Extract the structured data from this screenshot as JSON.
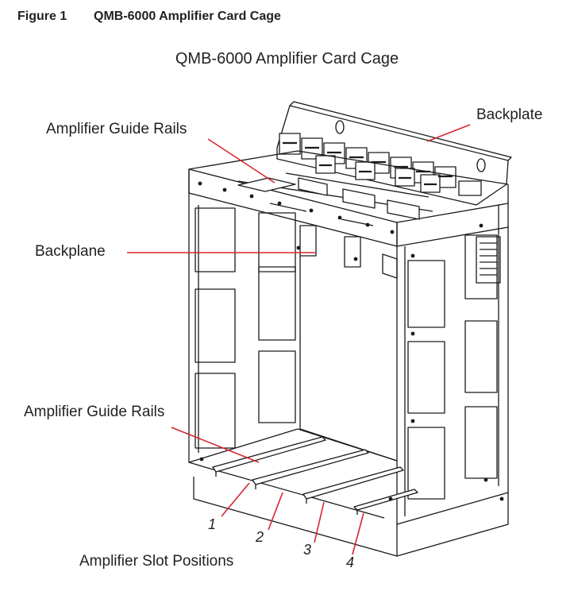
{
  "figure": {
    "number": "Figure 1",
    "caption": "QMB-6000 Amplifier Card Cage"
  },
  "diagram": {
    "title": "QMB-6000 Amplifier Card Cage",
    "labels": {
      "backplate": "Backplate",
      "guide_rails_top": "Amplifier Guide Rails",
      "backplane": "Backplane",
      "guide_rails_bottom": "Amplifier Guide Rails",
      "slot_positions": "Amplifier Slot Positions"
    },
    "slots": [
      "1",
      "2",
      "3",
      "4"
    ],
    "leader_color": "#d7262c",
    "line_color": "#1a1a1a"
  }
}
